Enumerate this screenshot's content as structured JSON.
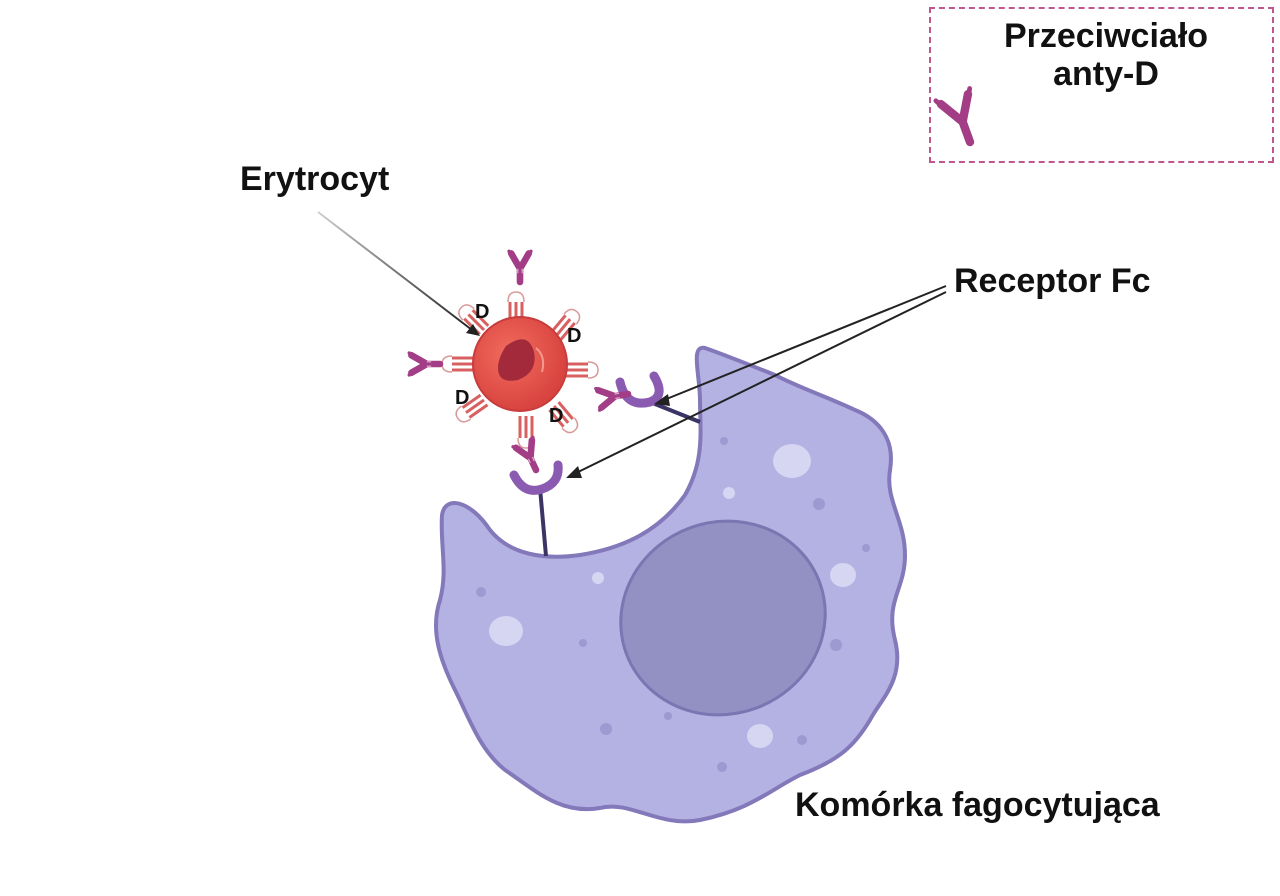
{
  "labels": {
    "erythrocyte": "Erytrocyt",
    "fc_receptor": "Receptor Fc",
    "phagocyte": "Komórka fagocytująca",
    "antigen_d": "D"
  },
  "legend": {
    "title_line1": "Przeciwciało",
    "title_line2": "anty-D",
    "icon": "antibody-icon"
  },
  "colors": {
    "antibody": "#a23d86",
    "erythrocyte": "#e2504f",
    "phagocyte_fill": "#b4b1e3",
    "phagocyte_outline": "#8379ba",
    "nucleus": "#9390c4",
    "receptor": "#8a5bb0",
    "legend_border": "#c0568f"
  }
}
